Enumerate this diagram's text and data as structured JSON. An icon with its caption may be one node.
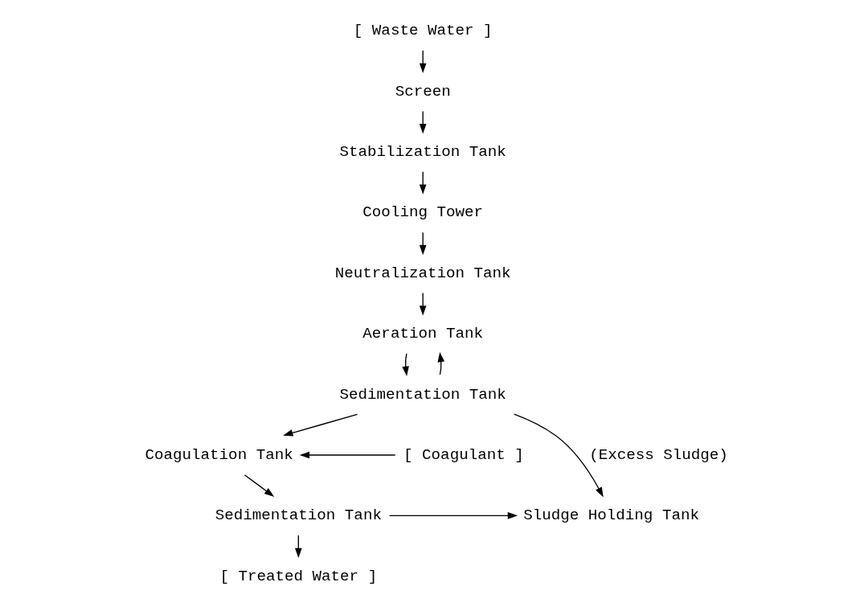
{
  "diagram": {
    "nodes": [
      {
        "text": [
          "[ Waste Water ]"
        ]
      },
      {
        "text": [
          "Screen"
        ]
      },
      {
        "text": [
          "Stabilization Tank"
        ]
      },
      {
        "text": [
          "Cooling Tower"
        ]
      },
      {
        "text": [
          "Neutralization Tank"
        ]
      },
      {
        "text": [
          "Aeration Tank"
        ]
      },
      {
        "text": [
          "Sedimentation Tank"
        ]
      },
      {
        "text": [
          "[ Coagulant ]"
        ]
      },
      {
        "text": [
          "Coagulation Tank"
        ]
      },
      {
        "text": [
          "Sedimentation Tank"
        ]
      },
      {
        "text": [
          "Sludge Holding Tank"
        ]
      },
      {
        "text": [
          "[ Treated Water ]"
        ]
      }
    ],
    "edges": [
      {
        "from": 0,
        "to": 1,
        "arrow": "to"
      },
      {
        "from": 1,
        "to": 2,
        "arrow": "to"
      },
      {
        "from": 2,
        "to": 3,
        "arrow": "to"
      },
      {
        "from": 3,
        "to": 4,
        "arrow": "to"
      },
      {
        "from": 4,
        "to": 5,
        "arrow": "to"
      },
      {
        "from": 5,
        "to": 6,
        "arrow": "to"
      },
      {
        "from": 6,
        "to": 5,
        "arrow": "to"
      },
      {
        "from": 6,
        "to": 10,
        "arrow": "to",
        "label": "(Excess Sludge)"
      },
      {
        "from": 6,
        "to": 8,
        "arrow": "to"
      },
      {
        "from": 7,
        "to": 8,
        "arrow": "to"
      },
      {
        "from": 8,
        "to": 9,
        "arrow": "to"
      },
      {
        "from": 9,
        "to": 10,
        "arrow": "to"
      },
      {
        "from": 9,
        "to": 11,
        "arrow": "to"
      }
    ]
  }
}
